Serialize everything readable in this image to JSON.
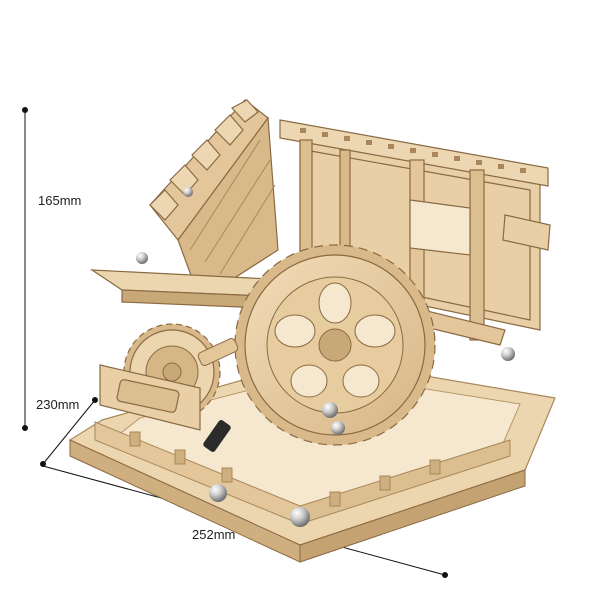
{
  "dimensions": {
    "height_label": "165mm",
    "depth_label": "230mm",
    "width_label": "252mm"
  },
  "colors": {
    "background": "#ffffff",
    "wood_light": "#ecd6b0",
    "wood_mid": "#d9b98a",
    "wood_dark": "#a9875a",
    "wood_edge": "#8a6a43",
    "metal": "#c9c9c9",
    "dimension_line": "#111111"
  },
  "icons": {
    "product": "wooden-marble-run-gear-model-icon"
  }
}
